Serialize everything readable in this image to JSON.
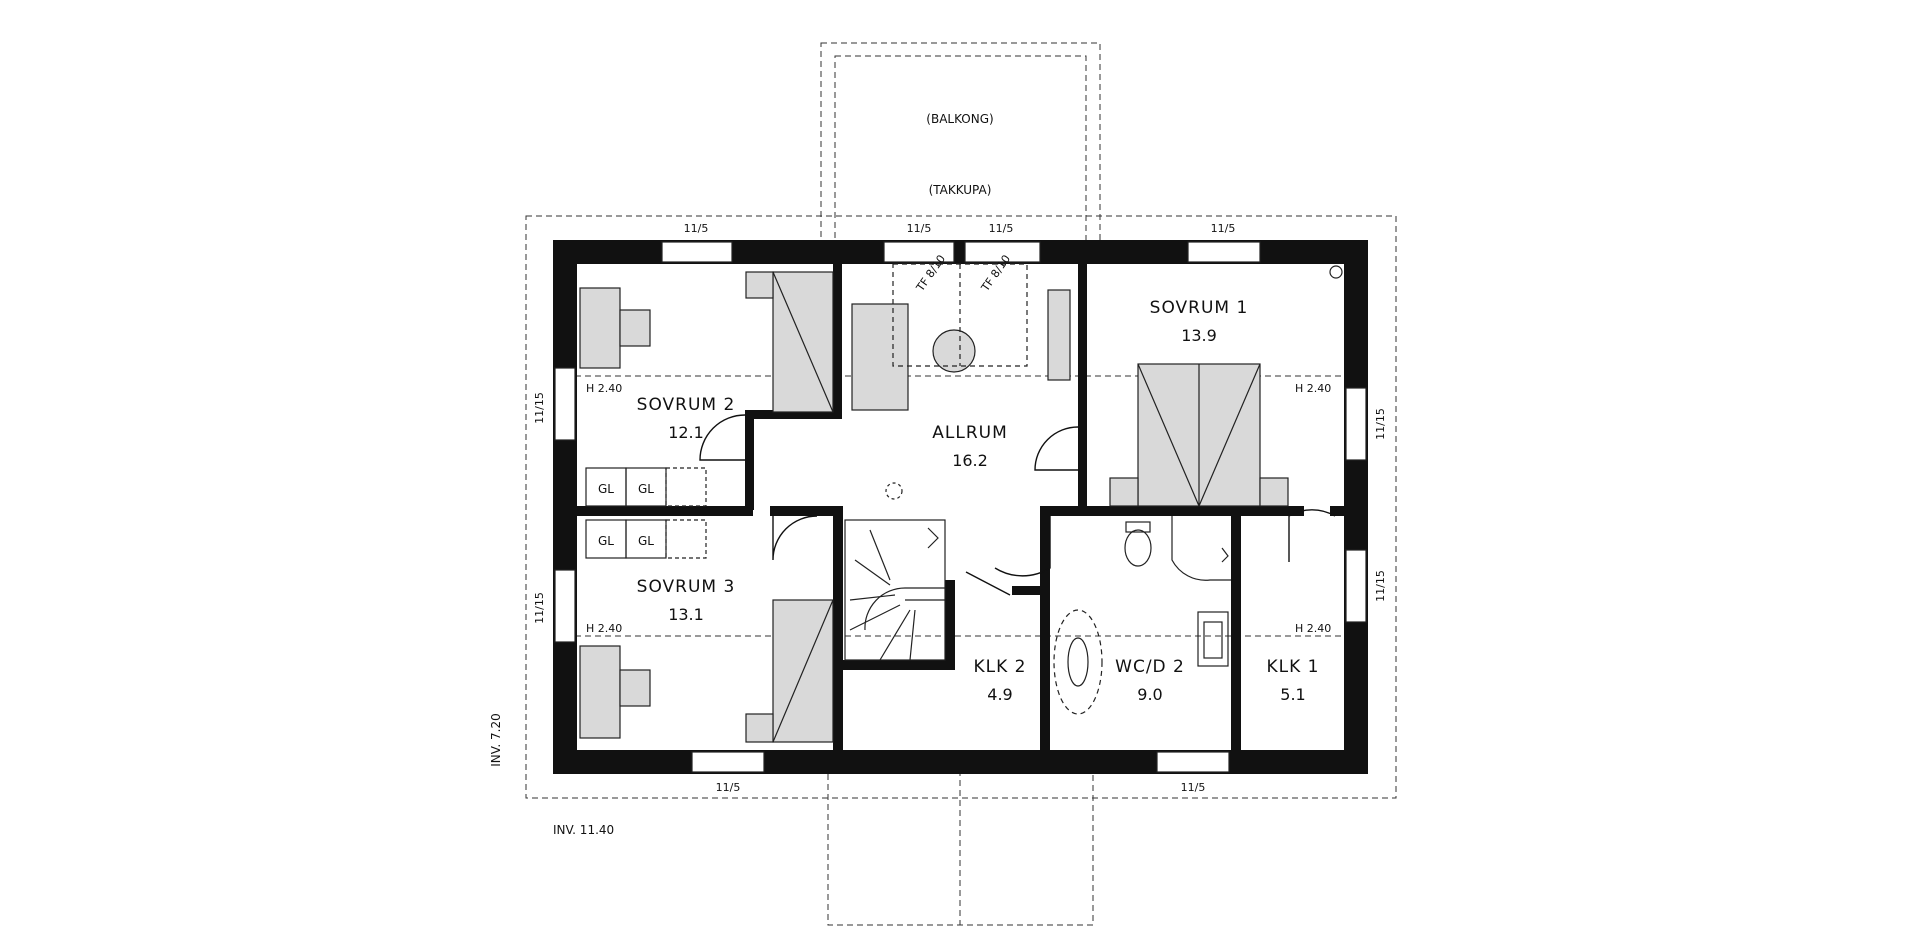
{
  "plan": {
    "annotations": {
      "balcony": "(BALKONG)",
      "dormer": "(TAKKUPA)",
      "inv_height": "INV. 7.20",
      "inv_width": "INV. 11.40"
    },
    "rooms": [
      {
        "key": "sovrum1",
        "name": "SOVRUM 1",
        "area": "13.9"
      },
      {
        "key": "sovrum2",
        "name": "SOVRUM 2",
        "area": "12.1"
      },
      {
        "key": "sovrum3",
        "name": "SOVRUM 3",
        "area": "13.1"
      },
      {
        "key": "allrum",
        "name": "ALLRUM",
        "area": "16.2"
      },
      {
        "key": "klk2",
        "name": "KLK 2",
        "area": "4.9"
      },
      {
        "key": "wcd2",
        "name": "WC/D 2",
        "area": "9.0"
      },
      {
        "key": "klk1",
        "name": "KLK 1",
        "area": "5.1"
      }
    ],
    "window_labels": {
      "w_11_5": "11/5",
      "w_11_15": "11/15"
    },
    "ceiling_height": "H 2.40",
    "wardrobe": "GL",
    "roof_window": "TF 8/10"
  }
}
